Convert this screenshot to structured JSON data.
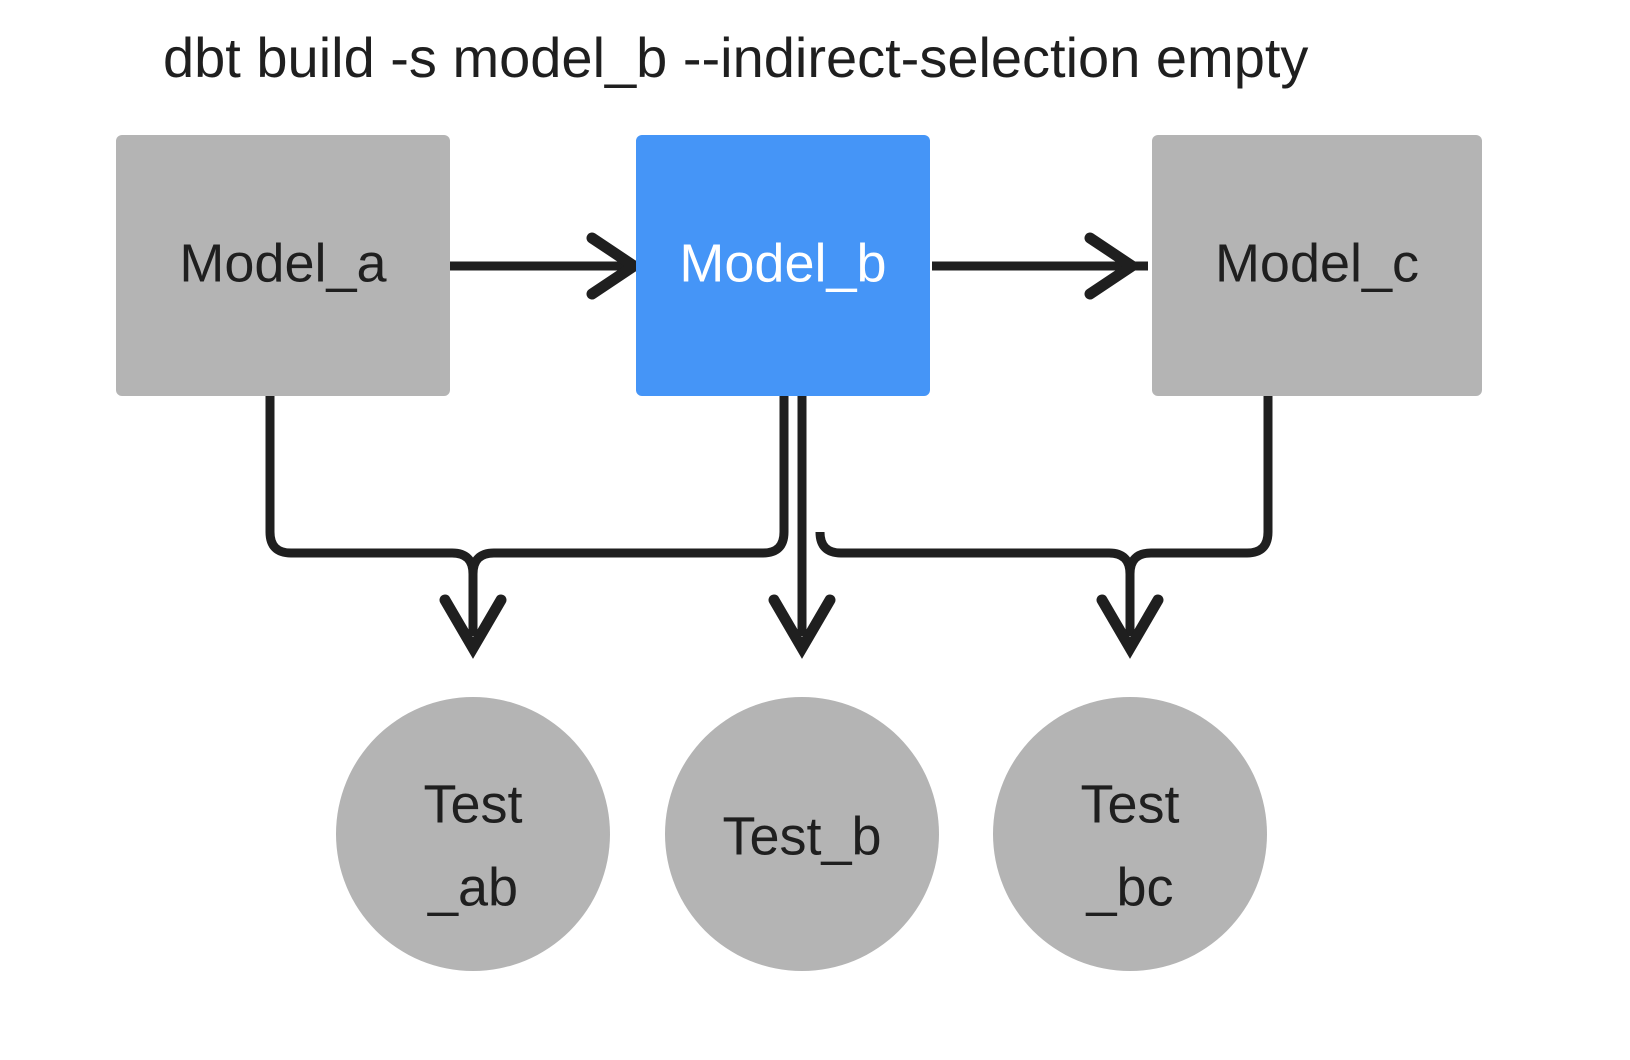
{
  "title": "dbt build -s model_b --indirect-selection empty",
  "colors": {
    "background": "#ffffff",
    "model_default_fill": "#b4b4b4",
    "model_selected_fill": "#4595f7",
    "test_fill": "#b4b4b4",
    "edge_stroke": "#1f1f1f",
    "label_dark": "#1f1f1f",
    "label_light": "#ffffff"
  },
  "models": [
    {
      "id": "model_a",
      "label": "Model_a",
      "selected": false
    },
    {
      "id": "model_b",
      "label": "Model_b",
      "selected": true
    },
    {
      "id": "model_c",
      "label": "Model_c",
      "selected": false
    }
  ],
  "tests": [
    {
      "id": "test_ab",
      "line1": "Test",
      "line2": "_ab"
    },
    {
      "id": "test_b",
      "line1": "Test_b",
      "line2": ""
    },
    {
      "id": "test_bc",
      "line1": "Test",
      "line2": "_bc"
    }
  ],
  "edges": [
    {
      "from": "model_a",
      "to": "model_b"
    },
    {
      "from": "model_b",
      "to": "model_c"
    },
    {
      "from": "model_a",
      "to": "test_ab"
    },
    {
      "from": "model_b",
      "to": "test_ab"
    },
    {
      "from": "model_b",
      "to": "test_b"
    },
    {
      "from": "model_b",
      "to": "test_bc"
    },
    {
      "from": "model_c",
      "to": "test_bc"
    }
  ]
}
